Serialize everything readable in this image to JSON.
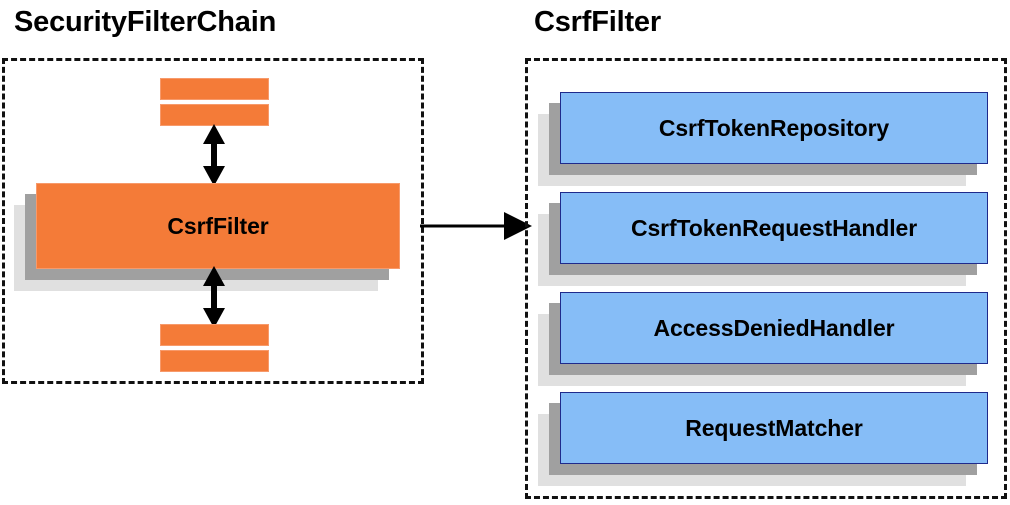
{
  "diagram": {
    "type": "component-relationship-diagram",
    "background_color": "#ffffff",
    "panels": [
      {
        "id": "security-filter-chain",
        "title": "SecurityFilterChain",
        "border_style": "dashed",
        "border_color": "#111111",
        "contents": {
          "filter_bars_top": [
            "filter-bar",
            "filter-bar"
          ],
          "highlighted_filter": {
            "label": "CsrfFilter",
            "fill_color": "#f47b38",
            "border_color": "#f79a6b",
            "shadow_colors": [
              "#a0a0a0",
              "#e0e0e0"
            ]
          },
          "filter_bars_bottom": [
            "filter-bar",
            "filter-bar"
          ]
        },
        "connectors": [
          {
            "name": "double-arrow-up",
            "direction": "bidirectional-vertical"
          },
          {
            "name": "double-arrow-down",
            "direction": "bidirectional-vertical"
          }
        ]
      },
      {
        "id": "csrf-filter-detail",
        "title": "CsrfFilter",
        "border_style": "dashed",
        "border_color": "#111111",
        "collaborators": [
          {
            "label": "CsrfTokenRepository",
            "fill_color": "#86bdf7",
            "border_color": "#1f2a8c",
            "shadow_colors": [
              "#a0a0a0",
              "#e0e0e0"
            ]
          },
          {
            "label": "CsrfTokenRequestHandler",
            "fill_color": "#86bdf7",
            "border_color": "#1f2a8c",
            "shadow_colors": [
              "#a0a0a0",
              "#e0e0e0"
            ]
          },
          {
            "label": "AccessDeniedHandler",
            "fill_color": "#86bdf7",
            "border_color": "#1f2a8c",
            "shadow_colors": [
              "#a0a0a0",
              "#e0e0e0"
            ]
          },
          {
            "label": "RequestMatcher",
            "fill_color": "#86bdf7",
            "border_color": "#1f2a8c",
            "shadow_colors": [
              "#a0a0a0",
              "#e0e0e0"
            ]
          }
        ]
      }
    ],
    "cross_panel_connector": {
      "name": "expansion-arrow",
      "direction": "left-to-right",
      "from": "CsrfFilter",
      "to": "csrf-filter-detail",
      "color": "#000000"
    }
  }
}
